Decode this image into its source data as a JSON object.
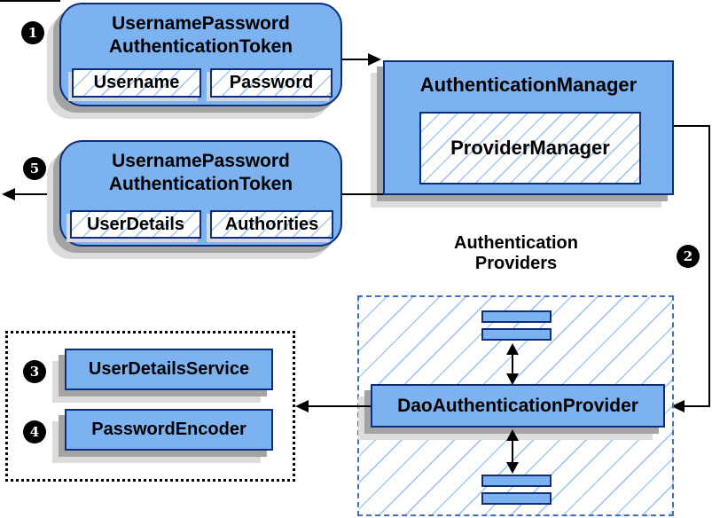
{
  "token_request": {
    "title_line1": "UsernamePassword",
    "title_line2": "AuthenticationToken",
    "fields": [
      "Username",
      "Password"
    ]
  },
  "authentication_manager": {
    "title": "AuthenticationManager",
    "inner": "ProviderManager"
  },
  "token_response": {
    "title_line1": "UsernamePassword",
    "title_line2": "AuthenticationToken",
    "fields": [
      "UserDetails",
      "Authorities"
    ]
  },
  "providers": {
    "label_line1": "Authentication",
    "label_line2": "Providers",
    "provider": "DaoAuthenticationProvider"
  },
  "services": {
    "user_details_service": "UserDetailsService",
    "password_encoder": "PasswordEncoder"
  },
  "steps": {
    "one": "1",
    "two": "2",
    "three": "3",
    "four": "4",
    "five": "5"
  },
  "colors": {
    "box_fill": "#7db2f0",
    "box_border": "#0c2e7c",
    "hatch_line": "#7db2f0",
    "dashed_border": "#3f6fbe",
    "shadow_dark": "#a4a4a4",
    "shadow_light": "#dcdcdc",
    "connector": "#000000",
    "badge_bg": "#000000",
    "badge_text": "#ffffff"
  }
}
